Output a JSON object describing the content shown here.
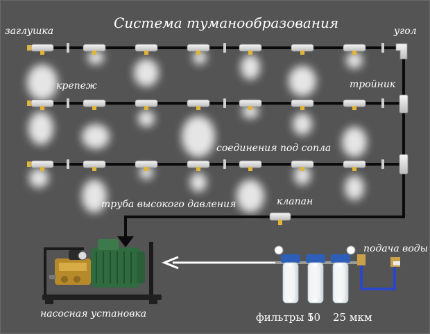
{
  "title": "Система туманообразования",
  "labels": {
    "plug": "заглушка",
    "corner": "угол",
    "mount": "крепеж",
    "tee": "тройник",
    "nozzle_joints": "соединения под сопла",
    "hp_pipe": "труба высокого давления",
    "valve": "клапан",
    "water_supply": "подача воды",
    "pump": "насосная установка",
    "filters": "фильтры 5",
    "filter_10": "10",
    "filter_25": "25 мкм"
  },
  "colors": {
    "background": "#545454",
    "pipe": "#0b0b0b",
    "fitting": "#e6e6e6",
    "nozzle": "#e2b437",
    "mist": "#ffffff",
    "pump_green": "#2f6b3f",
    "water_line": "#2b47c9"
  }
}
